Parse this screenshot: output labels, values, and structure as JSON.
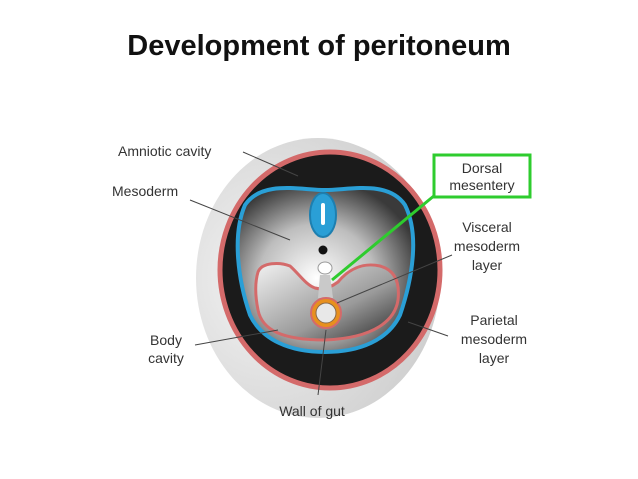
{
  "slide": {
    "title": "Development of peritoneum"
  },
  "labels": {
    "amniotic_cavity": "Amniotic cavity",
    "mesoderm": "Mesoderm",
    "dorsal_mesentery_line1": "Dorsal",
    "dorsal_mesentery_line2": "mesentery",
    "visceral_line1": "Visceral",
    "visceral_line2": "mesoderm",
    "visceral_line3": "layer",
    "parietal_line1": "Parietal",
    "parietal_line2": "mesoderm",
    "parietal_line3": "layer",
    "body_cavity_line1": "Body",
    "body_cavity_line2": "cavity",
    "wall_of_gut": "Wall of gut"
  },
  "colors": {
    "outer_ring": "#d46a6a",
    "mesoderm_outline": "#2a9fd6",
    "highlight_box": "#2ecc2e",
    "gut_wall": "#e8901e"
  }
}
